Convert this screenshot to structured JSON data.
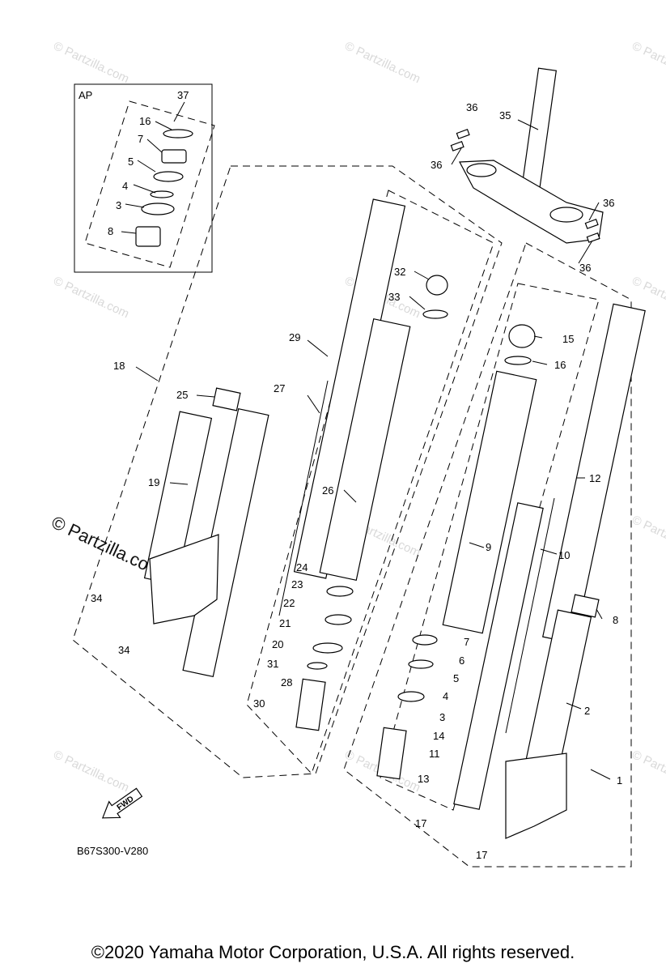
{
  "callouts": [
    "1",
    "2",
    "3",
    "4",
    "5",
    "6",
    "7",
    "8",
    "9",
    "10",
    "11",
    "12",
    "13",
    "14",
    "15",
    "16",
    "17",
    "17",
    "18",
    "19",
    "20",
    "21",
    "22",
    "23",
    "24",
    "25",
    "26",
    "27",
    "28",
    "29",
    "30",
    "31",
    "32",
    "33",
    "34",
    "34",
    "35",
    "36",
    "36",
    "36",
    "36",
    "37",
    "3",
    "4",
    "5",
    "7",
    "8",
    "16"
  ],
  "inset_label": "AP",
  "fwd_label": "FWD",
  "diagram_code": "B67S300-V280",
  "watermark": {
    "small": "© Partzilla.com",
    "large": "© Partzilla.com"
  },
  "copyright": "©2020 Yamaha Motor Corporation, U.S.A. All rights reserved."
}
